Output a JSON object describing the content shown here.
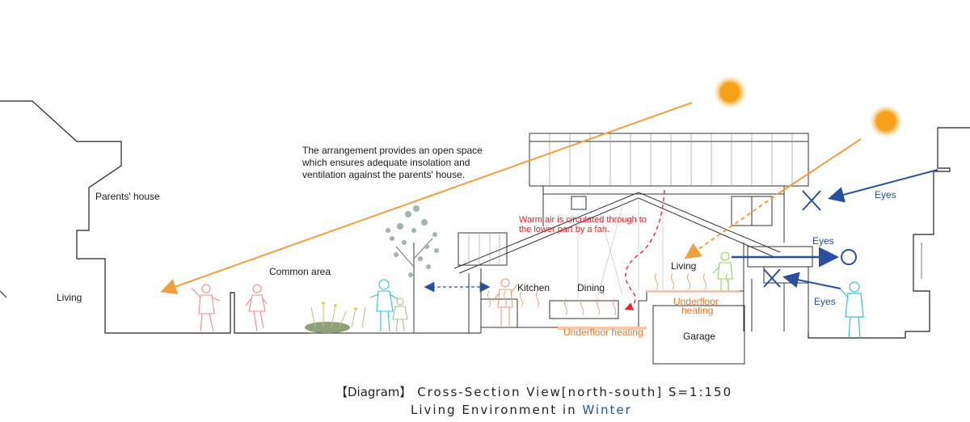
{
  "annotation": {
    "lines": [
      "The arrangement provides an open space",
      "which ensures adequate insolation and",
      "ventilation against the parents' house."
    ]
  },
  "labels": {
    "parents_house": "Parents' house",
    "living_left": "Living",
    "common_area": "Common area",
    "kitchen": "Kitchen",
    "dining": "Dining",
    "living_right": "Living",
    "garage": "Garage",
    "underfloor_heating_main": "Underfloor heating",
    "underfloor_heating_small_1": "Underfloor",
    "underfloor_heating_small_2": "heating",
    "warm_air_1": "Warm air is circulated through to",
    "warm_air_2": "the lower part by a fan.",
    "eyes_1": "Eyes",
    "eyes_2": "Eyes",
    "eyes_3": "Eyes"
  },
  "caption": {
    "line1_bracket": "【Diagram】",
    "line1_text": "Cross-Section View[north-south]  S=1:150",
    "line2_prefix": "Living Environment in ",
    "line2_season": "Winter"
  },
  "colors": {
    "sun": "#f7a11a",
    "sun_ray": "#f2a03c",
    "warm_air": "#e8202a",
    "heating": "#e8792a",
    "eyes": "#2a4fa0",
    "line": "#222222",
    "season_highlight": "#2a4fa0"
  }
}
